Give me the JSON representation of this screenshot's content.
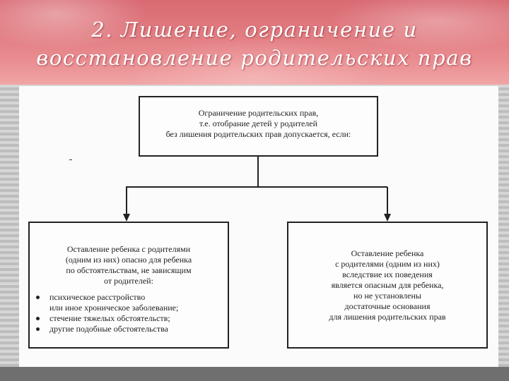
{
  "header": {
    "title_line1": "2. Лишение, ограничение и",
    "title_line2": "восстановление родительских прав"
  },
  "diagram": {
    "top_box": {
      "lines": [
        "Ограничение родительских прав,",
        "т.е. отобрание детей у родителей",
        "без лишения родительских прав допускается, если:"
      ]
    },
    "left_box": {
      "lines": [
        "Оставление ребенка с родителями",
        "(одним из них) опасно для ребенка",
        "по обстоятельствам, не зависящим",
        "от родителей:"
      ],
      "bullets": [
        {
          "text": "психическое расстройство",
          "cont": "или иное хроническое заболевание;"
        },
        {
          "text": "стечение тяжелых обстоятельств;"
        },
        {
          "text": "другие подобные обстоятельства"
        }
      ]
    },
    "right_box": {
      "lines": [
        "Оставление ребенка",
        "с родителями (одним из них)",
        "вследствие их поведения",
        "является опасным для ребенка,",
        "но не установлены",
        "достаточные основания",
        "для лишения родительских прав"
      ]
    }
  }
}
